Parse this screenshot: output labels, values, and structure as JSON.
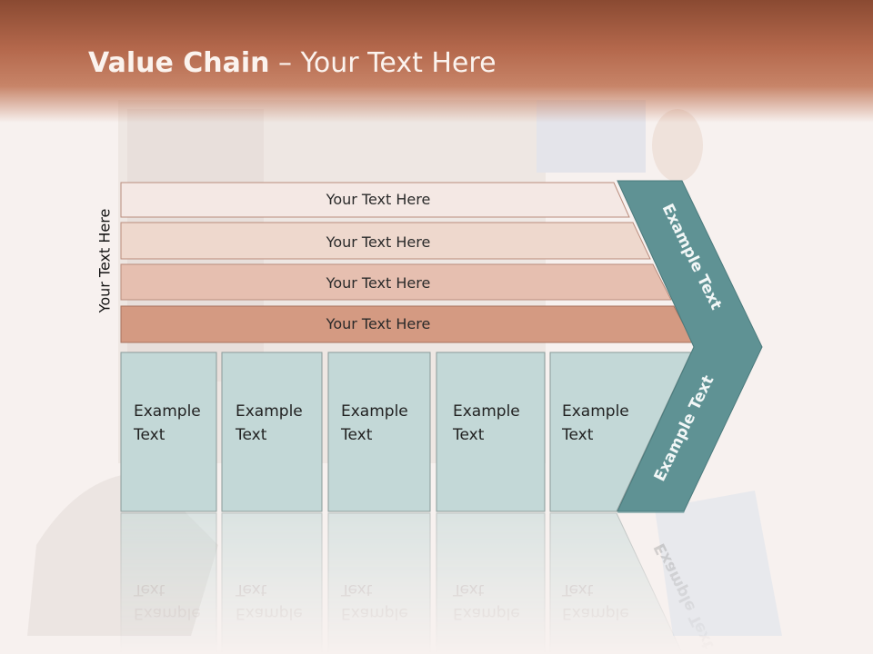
{
  "slide": {
    "title_bold": "Value Chain",
    "title_rest": " – Your Text Here",
    "side_label": "Your Text Here"
  },
  "bands": [
    {
      "label": "Your Text Here",
      "color": "#f4e8e4"
    },
    {
      "label": "Your Text Here",
      "color": "#eed8cd"
    },
    {
      "label": "Your Text Here",
      "color": "#e6bfb0"
    },
    {
      "label": "Your Text Here",
      "color": "#d49a82"
    }
  ],
  "boxes": [
    {
      "line1": "Example",
      "line2": "Text"
    },
    {
      "line1": "Example",
      "line2": "Text"
    },
    {
      "line1": "Example",
      "line2": "Text"
    },
    {
      "line1": "Example",
      "line2": "Text"
    },
    {
      "line1": "Example",
      "line2": "Text"
    }
  ],
  "arrow": {
    "upper_label": "Example Text",
    "lower_label": "Example Text",
    "color": "#5f9294"
  },
  "colors": {
    "header": "#b4684c",
    "box_fill": "#c3d8d7",
    "box_stroke": "#8a9a99"
  }
}
